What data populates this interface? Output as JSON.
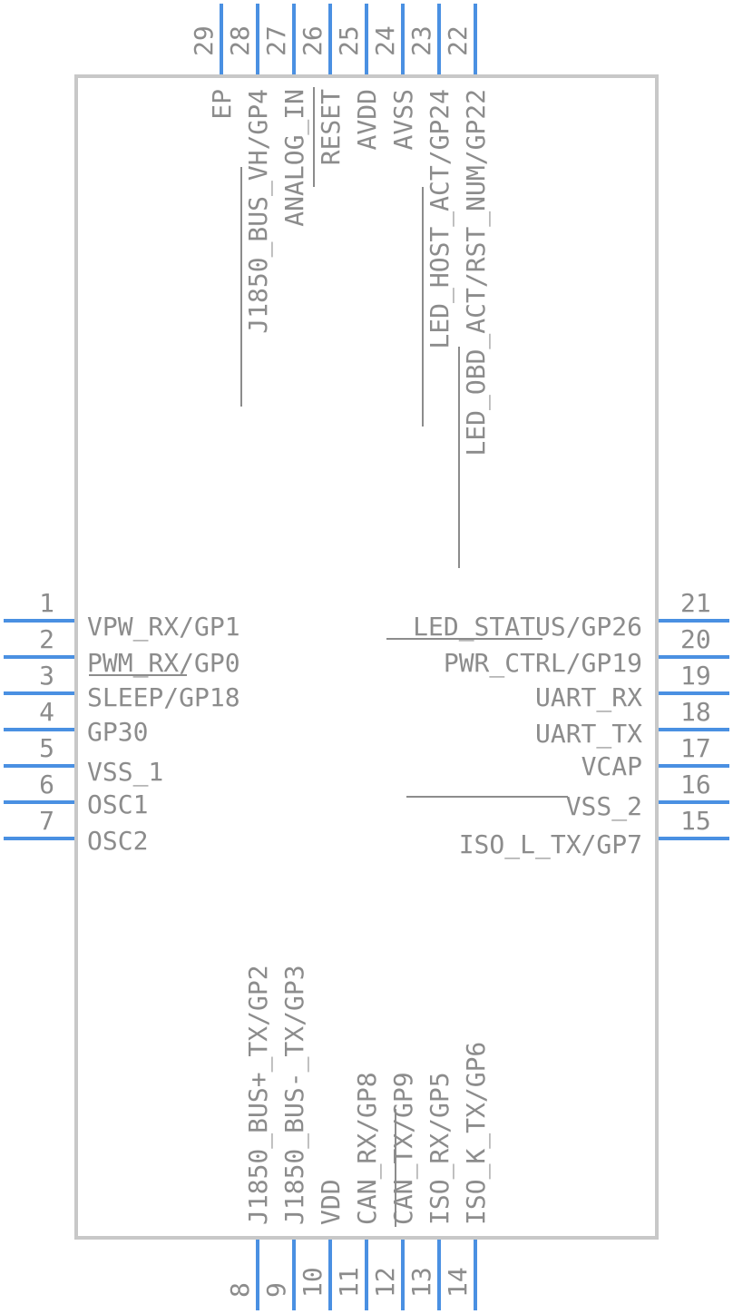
{
  "pins": [
    {
      "number": "1",
      "name": "VPW_RX/GP1"
    },
    {
      "number": "2",
      "name": "PWM_RX/GP0"
    },
    {
      "number": "3",
      "name": "SLEEP/GP18"
    },
    {
      "number": "4",
      "name": "GP30"
    },
    {
      "number": "5",
      "name": "VSS_1"
    },
    {
      "number": "6",
      "name": "OSC1"
    },
    {
      "number": "7",
      "name": "OSC2"
    },
    {
      "number": "8",
      "name": "J1850_BUS+_TX/GP2"
    },
    {
      "number": "9",
      "name": "J1850_BUS-_TX/GP3"
    },
    {
      "number": "10",
      "name": "VDD"
    },
    {
      "number": "11",
      "name": "CAN_RX/GP8"
    },
    {
      "number": "12",
      "name": "CAN_TX/GP9"
    },
    {
      "number": "13",
      "name": "ISO_RX/GP5"
    },
    {
      "number": "14",
      "name": "ISO_K_TX/GP6"
    },
    {
      "number": "15",
      "name": "ISO_L_TX/GP7"
    },
    {
      "number": "16",
      "name": "VSS_2"
    },
    {
      "number": "17",
      "name": "VCAP"
    },
    {
      "number": "18",
      "name": "UART_TX"
    },
    {
      "number": "19",
      "name": "UART_RX"
    },
    {
      "number": "20",
      "name": "PWR_CTRL/GP19"
    },
    {
      "number": "21",
      "name": "LED_STATUS/GP26"
    },
    {
      "number": "22",
      "name": "LED_OBD_ACT/RST_NUM/GP22"
    },
    {
      "number": "23",
      "name": "LED_HOST_ACT/GP24"
    },
    {
      "number": "24",
      "name": "AVSS"
    },
    {
      "number": "25",
      "name": "AVDD"
    },
    {
      "number": "26",
      "name": "RESET"
    },
    {
      "number": "27",
      "name": "ANALOG_IN"
    },
    {
      "number": "28",
      "name": "J1850_BUS_VH/GP4"
    },
    {
      "number": "29",
      "name": "EP"
    }
  ],
  "colors": {
    "pin_line": "#4a90e2",
    "body_outline": "#c8c8c8",
    "text": "#8c8c8c"
  }
}
